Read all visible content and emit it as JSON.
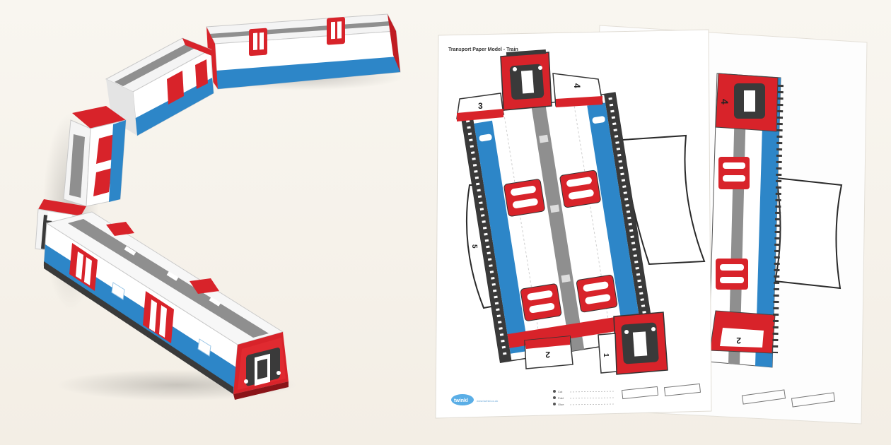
{
  "scene": {
    "description_colors": {
      "background": "#f7f3ec",
      "red": "#d8232a",
      "blue": "#2d86c8",
      "grey": "#8c8c8c",
      "white": "#ffffff",
      "dark": "#3a3a3a"
    }
  },
  "front_sheet": {
    "title": "Transport Paper Model - Train",
    "piece_numbers": [
      "3",
      "4",
      "5",
      "2",
      "1"
    ],
    "logo": "twinkl",
    "website": "www.twinkl.co.uk",
    "steps": [
      "Cut",
      "Fold",
      "Glue"
    ]
  },
  "back_sheet": {
    "piece_numbers": [
      "4",
      "2"
    ]
  }
}
